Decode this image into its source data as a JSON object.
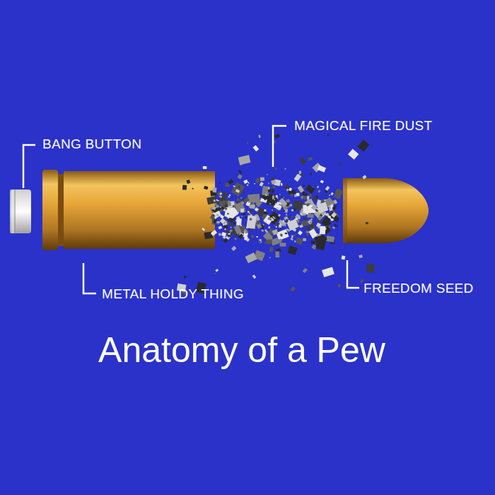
{
  "diagram": {
    "title": "Anatomy of a Pew",
    "labels": [
      "BANG BUTTON",
      "MAGICAL FIRE DUST",
      "METAL HOLDY THING",
      "FREEDOM SEED"
    ]
  }
}
